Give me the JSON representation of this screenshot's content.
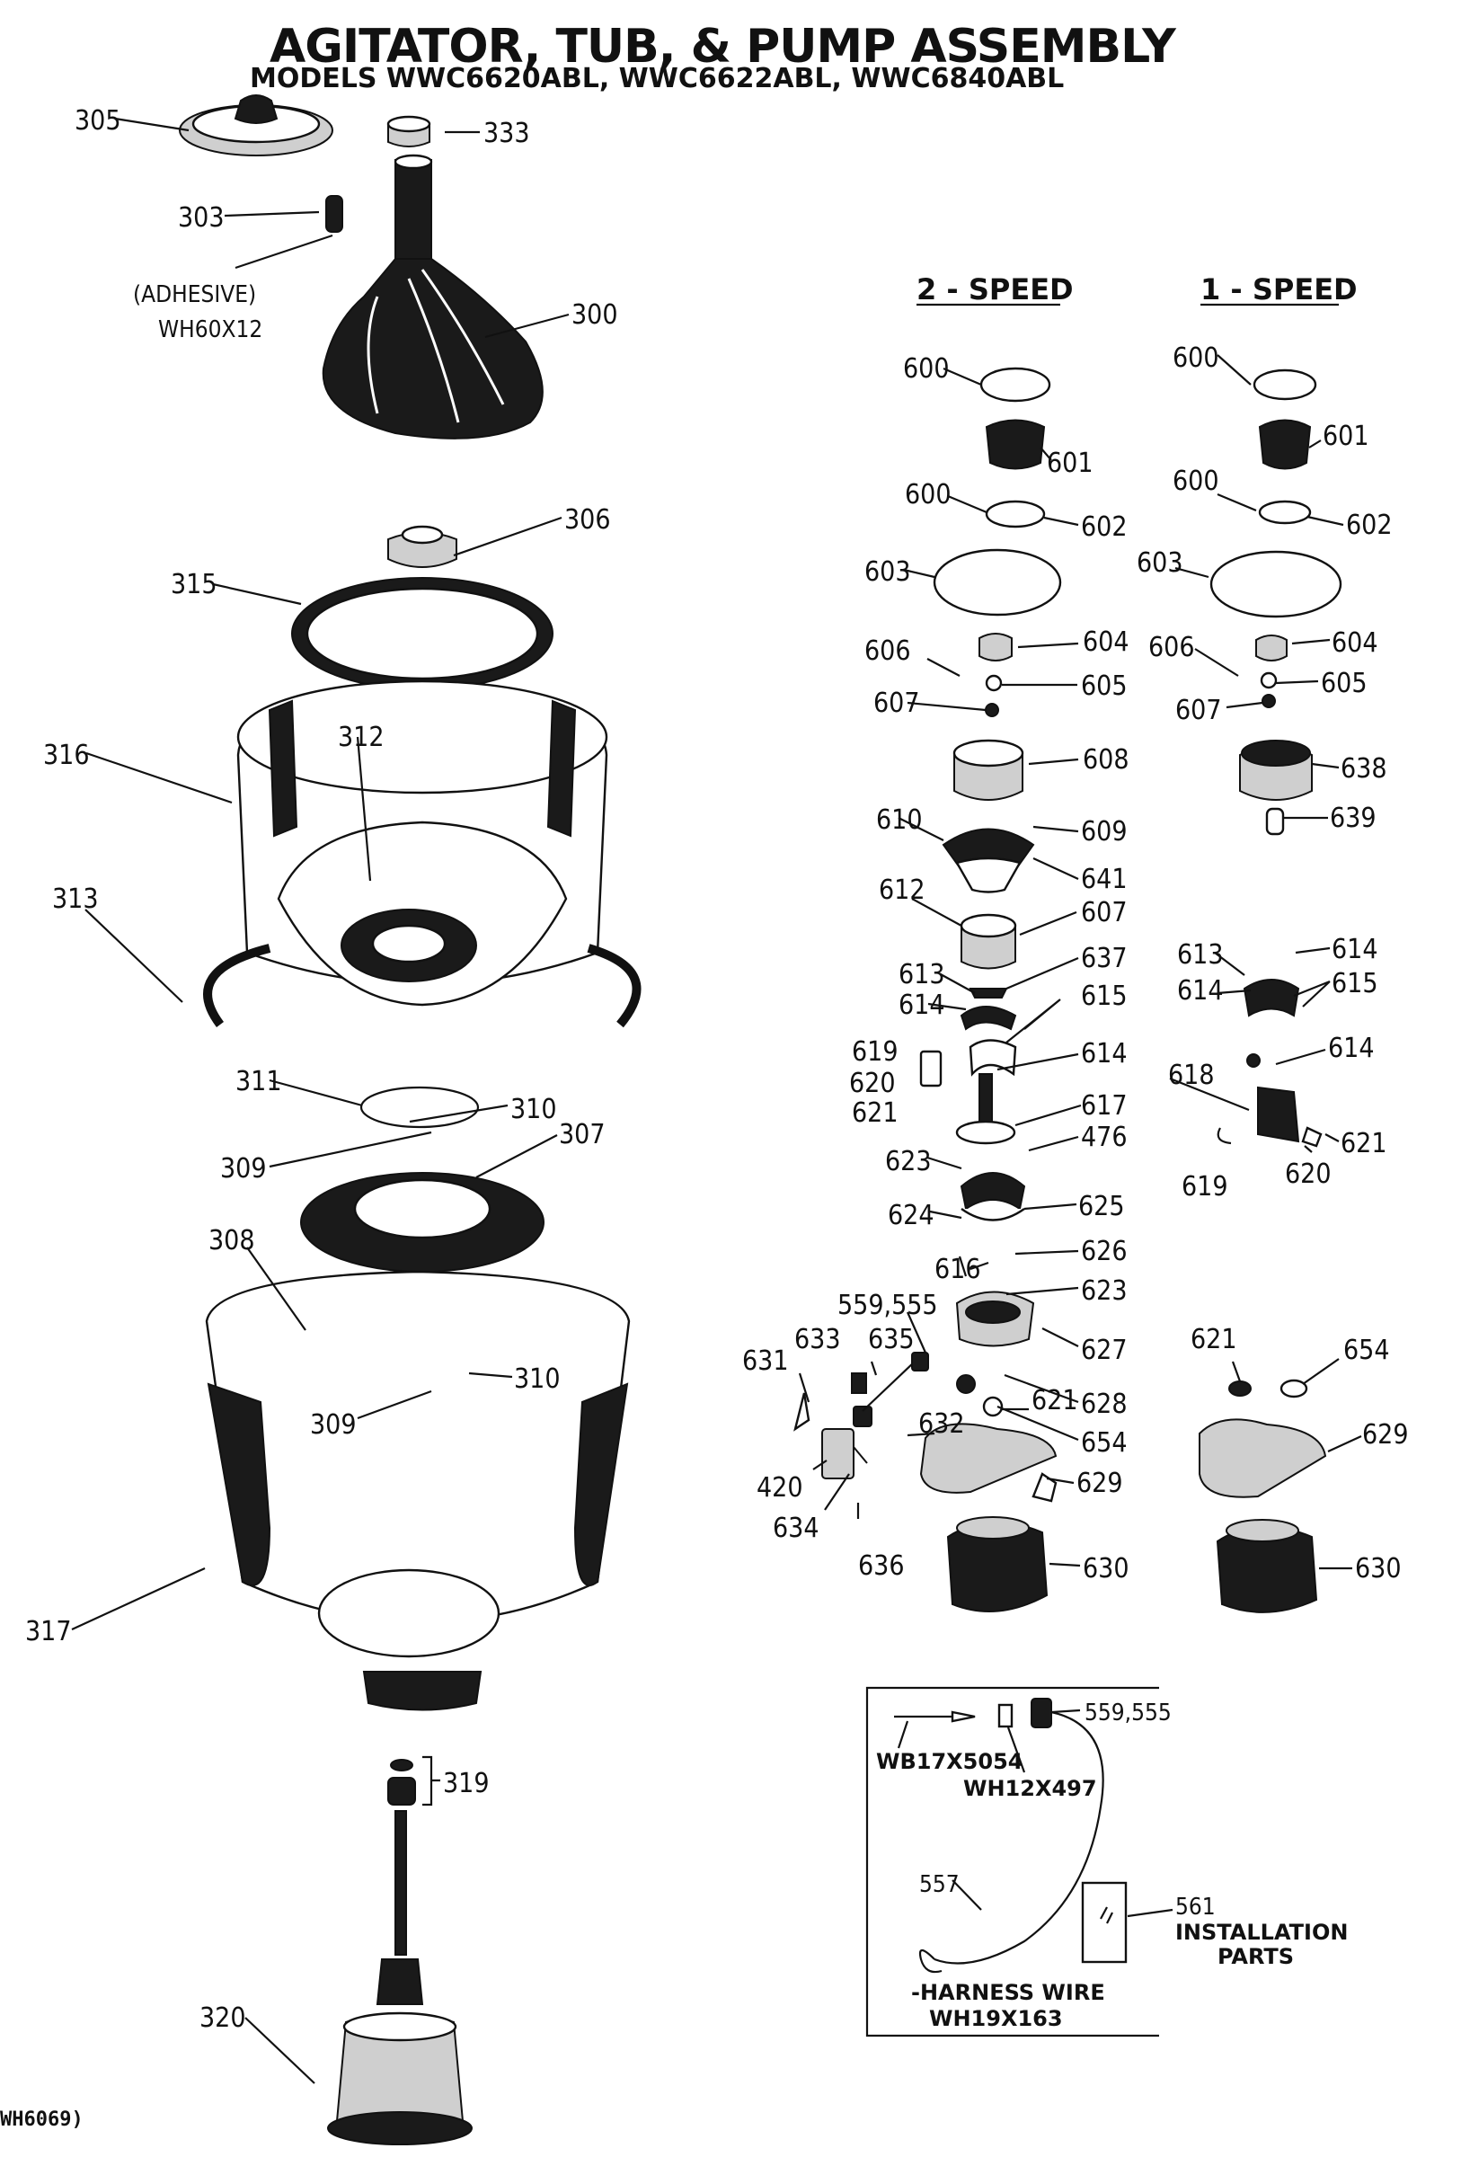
{
  "title": {
    "main": "AGITATOR, TUB, & PUMP ASSEMBLY",
    "models": "MODELS WWC6620ABL, WWC6622ABL, WWC6840ABL"
  },
  "sections": {
    "two_speed": "2 - SPEED",
    "one_speed": "1 - SPEED"
  },
  "left_labels": {
    "p305": "305",
    "p333": "333",
    "p303": "303",
    "adhesive": "(ADHESIVE)",
    "adhesive_part": "WH60X12",
    "p300": "300",
    "p306": "306",
    "p315": "315",
    "p312": "312",
    "p316": "316",
    "p313": "313",
    "p311": "311",
    "p310a": "310",
    "p307": "307",
    "p309a": "309",
    "p308": "308",
    "p310b": "310",
    "p309b": "309",
    "p317": "317",
    "p319": "319",
    "p320": "320"
  },
  "two_speed_labels": {
    "p600a": "600",
    "p601": "601",
    "p600b": "600",
    "p602": "602",
    "p603": "603",
    "p604": "604",
    "p606": "606",
    "p605": "605",
    "p607a": "607",
    "p608": "608",
    "p610": "610",
    "p609": "609",
    "p641": "641",
    "p612": "612",
    "p607b": "607",
    "p613": "613",
    "p637": "637",
    "p614a": "614",
    "p615": "615",
    "p619": "619",
    "p614b": "614",
    "p620": "620",
    "p621a": "621",
    "p617": "617",
    "p623a": "623",
    "p476": "476",
    "p624": "624",
    "p625": "625",
    "p616": "616",
    "p626": "626",
    "p559": "559,555",
    "p623b": "623",
    "p633": "633",
    "p635": "635",
    "p631": "631",
    "p627": "627",
    "p628": "628",
    "p621b": "621",
    "p632": "632",
    "p654": "654",
    "p420": "420",
    "p629": "629",
    "p634": "634",
    "p636": "636",
    "p630": "630"
  },
  "one_speed_labels": {
    "p600a": "600",
    "p601": "601",
    "p600b": "600",
    "p602": "602",
    "p603": "603",
    "p606": "606",
    "p604": "604",
    "p605": "605",
    "p607": "607",
    "p638": "638",
    "p639": "639",
    "p613": "613",
    "p614a": "614",
    "p614b": "614",
    "p615": "615",
    "p618": "618",
    "p614c": "614",
    "p621a": "621",
    "p619": "619",
    "p620": "620",
    "p621b": "621",
    "p654": "654",
    "p629": "629",
    "p630": "630"
  },
  "harness_box": {
    "p559": "559,555",
    "wb17": "WB17X5054",
    "wh12": "WH12X497",
    "p557": "557",
    "p561": "561",
    "installation_line1": "INSTALLATION",
    "installation_line2": "PARTS",
    "harness_line1": "-HARNESS WIRE",
    "harness_line2": "WH19X163"
  },
  "footer_ref": "WH6069)"
}
